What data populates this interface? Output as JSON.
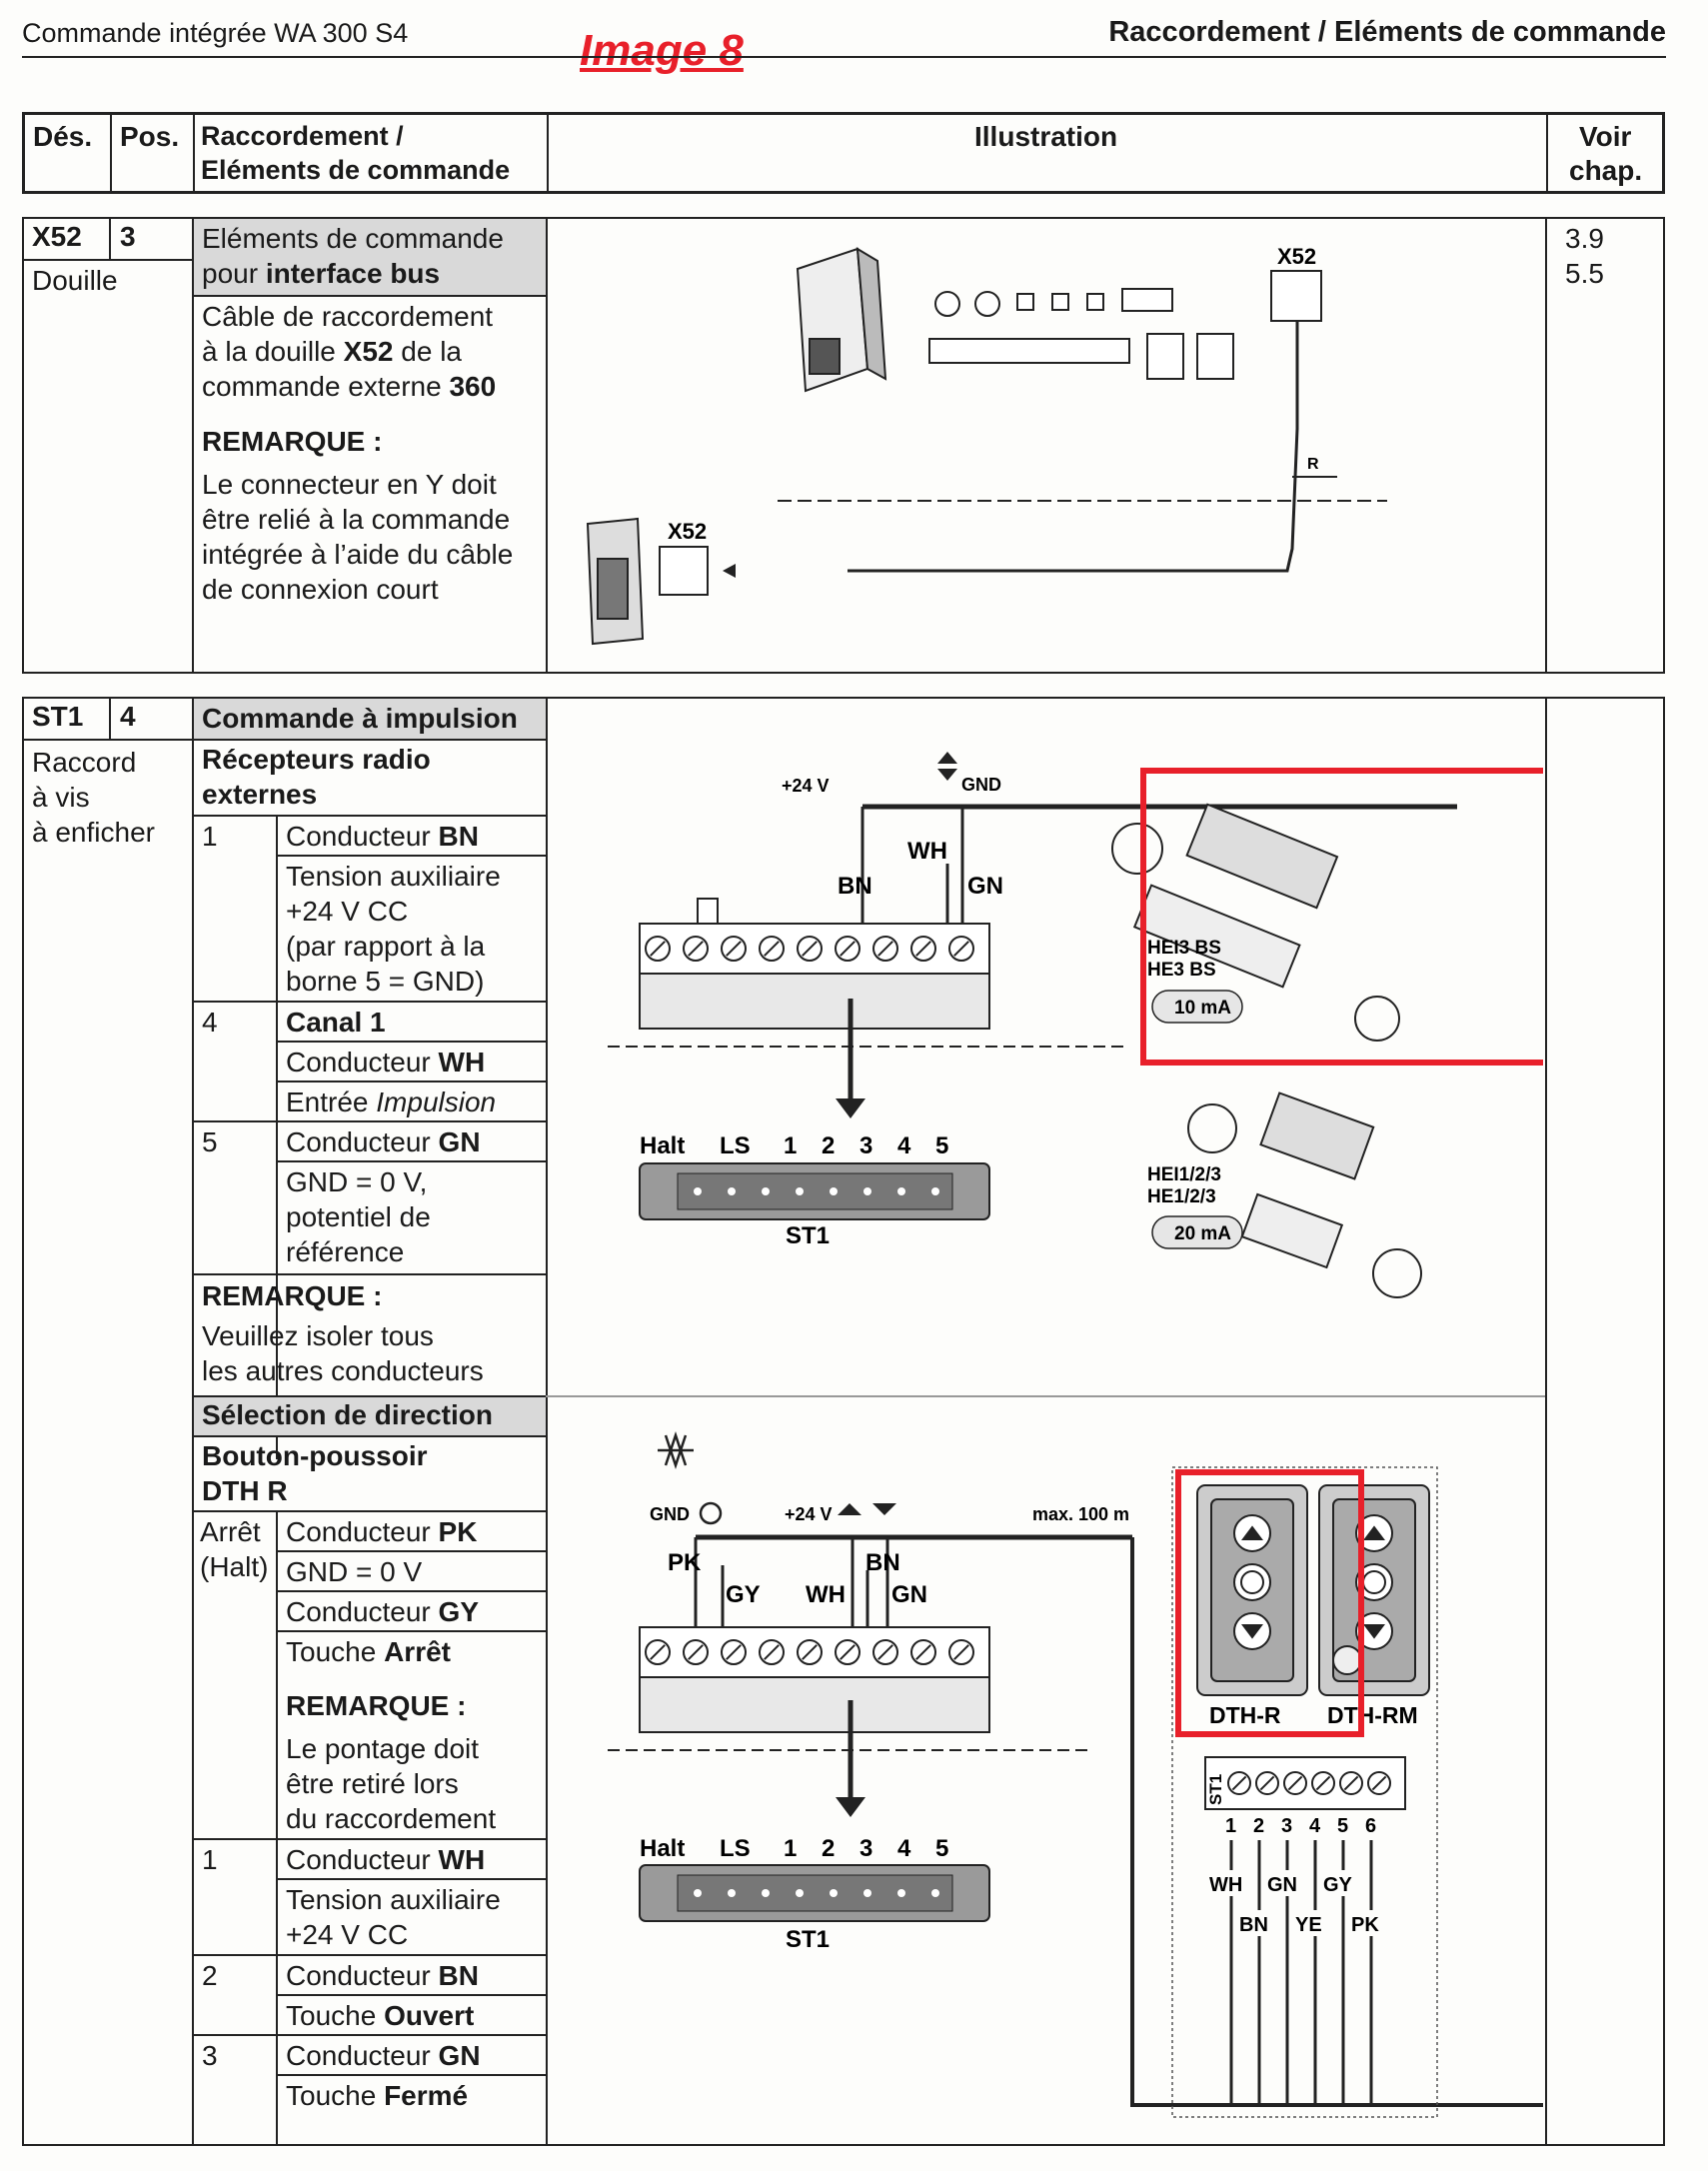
{
  "header": {
    "left_title": "Commande intégrée WA 300 S4",
    "right_title": "Raccordement / Eléments de commande",
    "image_label": "Image 8"
  },
  "table_header": {
    "des": "Dés.",
    "pos": "Pos.",
    "raccordement_1": "Raccordement /",
    "raccordement_2": "Eléments de commande",
    "illustration": "Illustration",
    "voir_1": "Voir",
    "voir_2": "chap."
  },
  "row_x52": {
    "des": "X52",
    "pos": "3",
    "type": "Douille",
    "el_title_1": "Eléments de commande",
    "el_title_2a": "pour ",
    "el_title_2b": "interface bus",
    "desc_1": "Câble de raccordement",
    "desc_2a": "à la douille ",
    "desc_2b": "X52",
    "desc_2c": " de la",
    "desc_3a": "commande externe ",
    "desc_3b": "360",
    "note_title": "REMARQUE :",
    "note_1": "Le connecteur en Y doit",
    "note_2": "être relié à la commande",
    "note_3": "intégrée à l’aide du câble",
    "note_4": "de connexion court",
    "voir_1": "3.9",
    "voir_2": "5.5",
    "fig_x52_top": "X52",
    "fig_x52_bottom": "X52",
    "fig_r": "R"
  },
  "row_st1": {
    "des": "ST1",
    "pos": "4",
    "type_1": "Raccord",
    "type_2": "à vis",
    "type_3": "à enficher",
    "sec1_title": "Commande à impulsion",
    "sec1_sub_1": "Récepteurs radio",
    "sec1_sub_2": "externes",
    "p1": "1",
    "p1_a": "Conducteur ",
    "p1_b": "BN",
    "p1_d1": "Tension auxiliaire",
    "p1_d2": "+24 V CC",
    "p1_d3": "(par rapport à la",
    "p1_d4": "borne 5 = GND)",
    "p4": "4",
    "p4_title": "Canal 1",
    "p4_a": "Conducteur ",
    "p4_b": "WH",
    "p4_c1": "Entrée ",
    "p4_c2": "Impulsion",
    "p5": "5",
    "p5_a": "Conducteur ",
    "p5_b": "GN",
    "p5_d1": "GND = 0 V,",
    "p5_d2": "potentiel de",
    "p5_d3": "référence",
    "note1_title": "REMARQUE :",
    "note1_1": "Veuillez isoler tous",
    "note1_2": "les autres conducteurs",
    "sec2_title": "Sélection de direction",
    "sec2_sub_1": "Bouton-poussoir",
    "sec2_sub_2": "DTH R",
    "arret_1": "Arrêt",
    "arret_2": "(Halt)",
    "pk_a": "Conducteur ",
    "pk_b": "PK",
    "gnd0": "GND = 0 V",
    "gy_a": "Conducteur ",
    "gy_b": "GY",
    "touche_arret_a": "Touche ",
    "touche_arret_b": "Arrêt",
    "note2_title": "REMARQUE :",
    "note2_1": "Le pontage doit",
    "note2_2": "être retiré lors",
    "note2_3": "du raccordement",
    "q1": "1",
    "q1_a": "Conducteur ",
    "q1_b": "WH",
    "q1_d1": "Tension auxiliaire",
    "q1_d2": "+24 V CC",
    "q2": "2",
    "q2_a": "Conducteur ",
    "q2_b": "BN",
    "q2_c1": "Touche ",
    "q2_c2": "Ouvert",
    "q3": "3",
    "q3_a": "Conducteur ",
    "q3_b": "GN",
    "q3_c1": "Touche ",
    "q3_c2": "Fermé"
  },
  "fig1": {
    "v24": "+24 V",
    "gnd": "GND",
    "bn": "BN",
    "wh": "WH",
    "gn": "GN",
    "halt": "Halt",
    "ls": "LS",
    "n1": "1",
    "n2": "2",
    "n3": "3",
    "n4": "4",
    "n5": "5",
    "st1": "ST1",
    "hei3_1": "HEI3 BS",
    "hei3_2": "HE3 BS",
    "ma10": "10 mA",
    "hei1_1": "HEI1/2/3",
    "hei1_2": "HE1/2/3",
    "ma20": "20 mA"
  },
  "fig2": {
    "gnd": "GND",
    "v24": "+24 V",
    "max": "max. 100 m",
    "pk": "PK",
    "gy": "GY",
    "bn": "BN",
    "wh": "WH",
    "gn": "GN",
    "halt": "Halt",
    "ls": "LS",
    "n1": "1",
    "n2": "2",
    "n3": "3",
    "n4": "4",
    "n5": "5",
    "st1": "ST1",
    "dthr": "DTH-R",
    "dthrm": "DTH-RM",
    "st1_small": "ST1",
    "t1": "1",
    "t2": "2",
    "t3": "3",
    "t4": "4",
    "t5": "5",
    "t6": "6",
    "w_wh": "WH",
    "w_gn": "GN",
    "w_gy": "GY",
    "w_bn": "BN",
    "w_ye": "YE",
    "w_pk": "PK"
  },
  "colors": {
    "highlight": "#e8202a",
    "grey": "#d9d9d9"
  }
}
